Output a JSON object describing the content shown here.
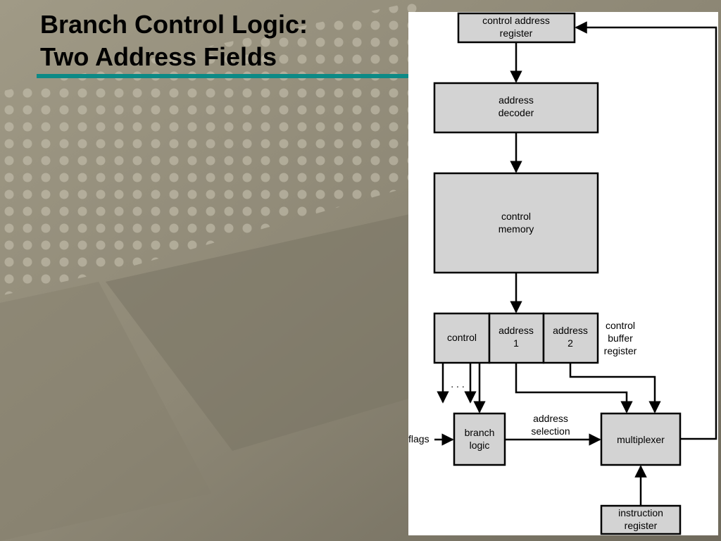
{
  "slide": {
    "title_line1": "Branch Control Logic:",
    "title_line2": "Two Address Fields",
    "accent_color": "#0c8a86"
  },
  "diagram": {
    "box_fill": "#d3d3d3",
    "control_address_register": [
      "control address",
      "register"
    ],
    "address_decoder": [
      "address",
      "decoder"
    ],
    "control_memory": [
      "control",
      "memory"
    ],
    "cbr_control": "control",
    "cbr_address1": [
      "address",
      "1"
    ],
    "cbr_address2": [
      "address",
      "2"
    ],
    "cbr_label": [
      "control",
      "buffer",
      "register"
    ],
    "ellipsis": ". . .",
    "flags": "flags",
    "branch_logic": [
      "branch",
      "logic"
    ],
    "address_selection": [
      "address",
      "selection"
    ],
    "multiplexer": "multiplexer",
    "instruction_register": [
      "instruction",
      "register"
    ]
  }
}
